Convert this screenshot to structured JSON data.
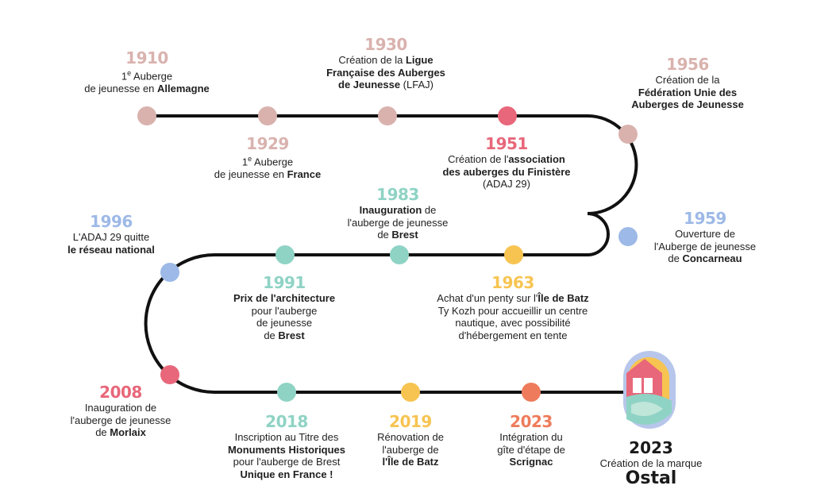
{
  "colors": {
    "line": "#111111",
    "pink": "#d9b2ae",
    "red": "#e8677a",
    "blue": "#9db9e7",
    "teal": "#8fd3c5",
    "yellow": "#f7c451",
    "orange": "#ee7c5c"
  },
  "events": [
    {
      "year": "1910",
      "color": "pink",
      "lines": [
        [
          {
            "t": "1"
          },
          {
            "t": "e",
            "sup": true
          },
          {
            "t": " Auberge"
          }
        ],
        [
          {
            "t": "de jeunesse en "
          },
          {
            "t": "Allemagne",
            "b": true
          }
        ]
      ]
    },
    {
      "year": "1929",
      "color": "pink",
      "lines": [
        [
          {
            "t": "1"
          },
          {
            "t": "e",
            "sup": true
          },
          {
            "t": " Auberge"
          }
        ],
        [
          {
            "t": "de jeunesse en "
          },
          {
            "t": "France",
            "b": true
          }
        ]
      ]
    },
    {
      "year": "1930",
      "color": "pink",
      "lines": [
        [
          {
            "t": "Création de la "
          },
          {
            "t": "Ligue",
            "b": true
          }
        ],
        [
          {
            "t": "Française des Auberges",
            "b": true
          }
        ],
        [
          {
            "t": "de Jeunesse",
            "b": true
          },
          {
            "t": " (LFAJ)"
          }
        ]
      ]
    },
    {
      "year": "1951",
      "color": "red",
      "lines": [
        [
          {
            "t": "Création de l'"
          },
          {
            "t": "association",
            "b": true
          }
        ],
        [
          {
            "t": "des auberges du Finistère",
            "b": true
          }
        ],
        [
          {
            "t": "(ADAJ 29)"
          }
        ]
      ]
    },
    {
      "year": "1956",
      "color": "pink",
      "lines": [
        [
          {
            "t": "Création de la"
          }
        ],
        [
          {
            "t": "Fédération Unie des",
            "b": true
          }
        ],
        [
          {
            "t": "Auberges de Jeunesse",
            "b": true
          }
        ]
      ]
    },
    {
      "year": "1959",
      "color": "blue",
      "lines": [
        [
          {
            "t": "Ouverture de"
          }
        ],
        [
          {
            "t": "l'Auberge de jeunesse"
          }
        ],
        [
          {
            "t": "de "
          },
          {
            "t": "Concarneau",
            "b": true
          }
        ]
      ]
    },
    {
      "year": "1963",
      "color": "yellow",
      "lines": [
        [
          {
            "t": "Achat d'un penty sur l'"
          },
          {
            "t": "Île de Batz",
            "b": true
          }
        ],
        [
          {
            "t": "Ty Kozh pour accueillir un centre"
          }
        ],
        [
          {
            "t": "nautique, avec possibilité"
          }
        ],
        [
          {
            "t": "d'hébergement en tente"
          }
        ]
      ]
    },
    {
      "year": "1983",
      "color": "teal",
      "lines": [
        [
          {
            "t": "Inauguration",
            "b": true
          },
          {
            "t": " de"
          }
        ],
        [
          {
            "t": "l'auberge de jeunesse"
          }
        ],
        [
          {
            "t": "de "
          },
          {
            "t": "Brest",
            "b": true
          }
        ]
      ]
    },
    {
      "year": "1991",
      "color": "teal",
      "lines": [
        [
          {
            "t": "Prix de l'architecture",
            "b": true
          }
        ],
        [
          {
            "t": "pour l'auberge"
          }
        ],
        [
          {
            "t": "de jeunesse"
          }
        ],
        [
          {
            "t": "de "
          },
          {
            "t": "Brest",
            "b": true
          }
        ]
      ]
    },
    {
      "year": "1996",
      "color": "blue",
      "lines": [
        [
          {
            "t": "L'ADAJ 29 quitte"
          }
        ],
        [
          {
            "t": "le réseau national",
            "b": true
          }
        ]
      ]
    },
    {
      "year": "2008",
      "color": "red",
      "lines": [
        [
          {
            "t": "Inauguration de"
          }
        ],
        [
          {
            "t": "l'auberge de jeunesse"
          }
        ],
        [
          {
            "t": "de "
          },
          {
            "t": "Morlaix",
            "b": true
          }
        ]
      ]
    },
    {
      "year": "2018",
      "color": "teal",
      "lines": [
        [
          {
            "t": "Inscription au Titre des"
          }
        ],
        [
          {
            "t": "Monuments Historiques",
            "b": true
          }
        ],
        [
          {
            "t": "pour l'auberge de Brest"
          }
        ],
        [
          {
            "t": "Unique en France !",
            "b": true
          }
        ]
      ]
    },
    {
      "year": "2019",
      "color": "yellow",
      "lines": [
        [
          {
            "t": "Rénovation de"
          }
        ],
        [
          {
            "t": "l'auberge de"
          }
        ],
        [
          {
            "t": "l'Île de Batz",
            "b": true
          }
        ]
      ]
    },
    {
      "year": "2023",
      "color": "orange",
      "lines": [
        [
          {
            "t": "Intégration du"
          }
        ],
        [
          {
            "t": "gîte d'étape de"
          }
        ],
        [
          {
            "t": "Scrignac",
            "b": true
          }
        ]
      ]
    }
  ],
  "final": {
    "year": "2023",
    "description": "Création de la marque",
    "brand": "Ostal"
  }
}
